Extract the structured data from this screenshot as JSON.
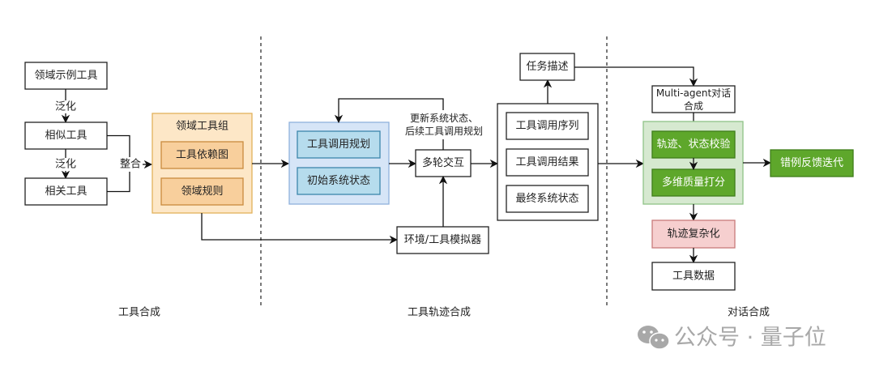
{
  "sections": {
    "tool_synthesis": "工具合成",
    "trajectory_synthesis": "工具轨迹合成",
    "dialogue_synthesis": "对话合成"
  },
  "tool_synthesis": {
    "domain_example_tools": "领域示例工具",
    "generalize_1": "泛化",
    "similar_tools": "相似工具",
    "generalize_2": "泛化",
    "related_tools": "相关工具",
    "integrate": "整合",
    "domain_tool_group": {
      "title": "领域工具组",
      "items": [
        "工具依赖图",
        "领域规则"
      ]
    }
  },
  "trajectory_synthesis": {
    "planning_group": [
      "工具调用规划",
      "初始系统状态"
    ],
    "multi_turn": "多轮交互",
    "feedback_label_line1": "更新系统状态、",
    "feedback_label_line2": "后续工具调用规划",
    "simulator": "环境/工具模拟器",
    "task_description": "任务描述",
    "outputs": [
      "工具调用序列",
      "工具调用结果",
      "最终系统状态"
    ]
  },
  "dialogue_synthesis": {
    "multi_agent_line1": "Multi-agent对话",
    "multi_agent_line2": "合成",
    "checks": [
      "轨迹、状态校验",
      "多维质量打分"
    ],
    "error_feedback": "错例反馈迭代",
    "complexify": "轨迹复杂化",
    "tool_data": "工具数据"
  },
  "watermark": {
    "icon": "wechat-icon",
    "text": "公众号 · 量子位"
  },
  "colors": {
    "orange_fill": "#fde7c7",
    "blue_fill": "#d6e5f7",
    "green_fill": "#5ea72b",
    "pink_fill": "#f6cfcf"
  }
}
